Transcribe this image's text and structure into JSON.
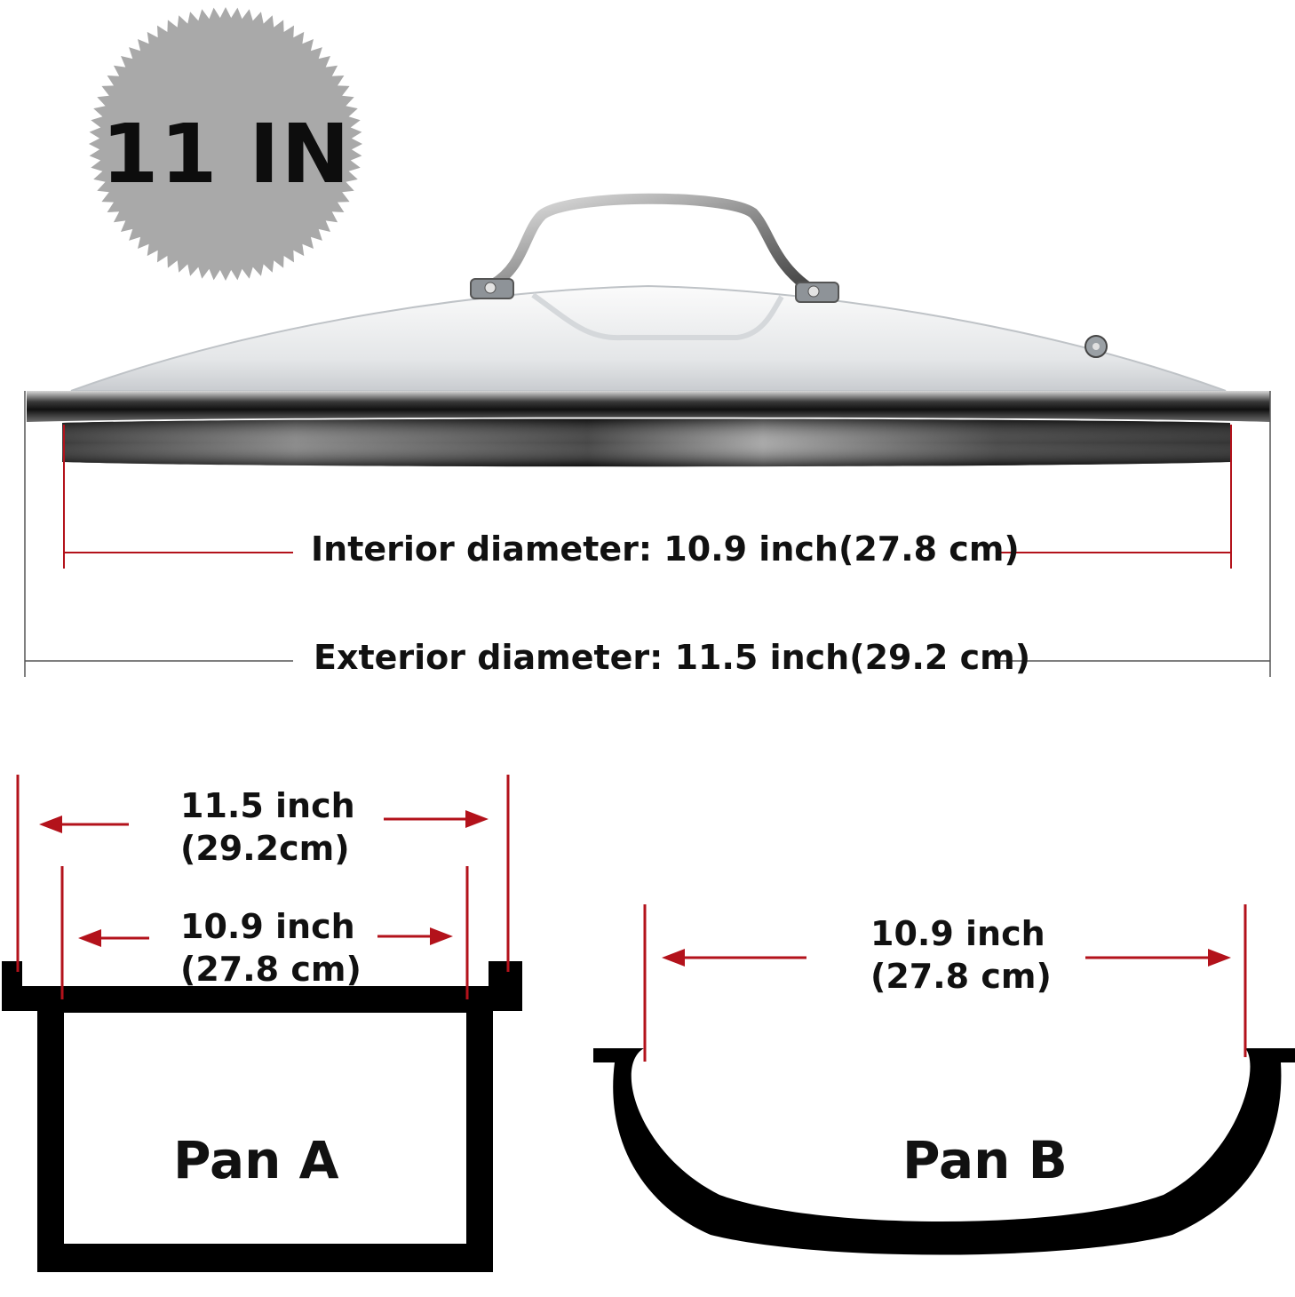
{
  "badge": {
    "text": "11 IN"
  },
  "lid": {
    "interior_label": "Interior diameter: 10.9 inch(27.8 cm)",
    "exterior_label": "Exterior diameter: 11.5 inch(29.2 cm)"
  },
  "pan_a": {
    "name": "Pan A",
    "outer_line1": "11.5 inch",
    "outer_line2": "(29.2cm)",
    "inner_line1": "10.9 inch",
    "inner_line2": "(27.8 cm)"
  },
  "pan_b": {
    "name": "Pan B",
    "inner_line1": "10.9 inch",
    "inner_line2": "(27.8 cm)"
  },
  "colors": {
    "dimension_line": "#b3121b",
    "pan_outline": "#000000",
    "badge_fill": "#a9a9a9"
  }
}
